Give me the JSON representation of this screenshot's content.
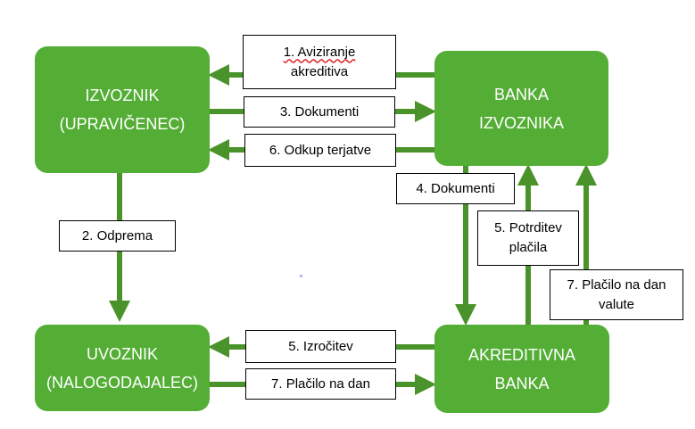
{
  "diagram": {
    "colors": {
      "node_fill": "#54ae35",
      "arrow": "#4a932b",
      "node_text": "#ffffff",
      "label_border": "#000000"
    },
    "nodes": {
      "exporter": {
        "line1": "IZVOZNIK",
        "line2": "(UPRAVIČENEC)"
      },
      "exporter_bank": {
        "line1": "BANKA",
        "line2": "IZVOZNIKA"
      },
      "importer": {
        "line1": "UVOZNIK",
        "line2": "(NALOGODAJALEC)"
      },
      "issuing_bank": {
        "line1": "AKREDITIVNA",
        "line2": "BANKA"
      }
    },
    "flows": {
      "f1": {
        "line1": "1. Aviziranje",
        "line2": "akreditiva",
        "from": "BANKA IZVOZNIKA",
        "to": "IZVOZNIK"
      },
      "f2": {
        "text": "2. Odprema",
        "from": "IZVOZNIK",
        "to": "UVOZNIK"
      },
      "f3": {
        "text": "3. Dokumenti",
        "from": "IZVOZNIK",
        "to": "BANKA IZVOZNIKA"
      },
      "f4": {
        "text": "4. Dokumenti",
        "from": "BANKA IZVOZNIKA",
        "to": "AKREDITIVNA BANKA"
      },
      "f5a": {
        "line1": "5. Potrditev",
        "line2": "plačila",
        "from": "AKREDITIVNA BANKA",
        "to": "BANKA IZVOZNIKA"
      },
      "f5b": {
        "text": "5. Izročitev",
        "from": "AKREDITIVNA BANKA",
        "to": "UVOZNIK"
      },
      "f6": {
        "text": "6. Odkup terjatve",
        "from": "BANKA IZVOZNIKA",
        "to": "IZVOZNIK"
      },
      "f7a": {
        "line1": "7. Plačilo na dan",
        "line2": "valute",
        "from": "AKREDITIVNA BANKA",
        "to": "BANKA IZVOZNIKA"
      },
      "f7b": {
        "text": "7. Plačilo na dan",
        "from": "UVOZNIK",
        "to": "AKREDITIVNA BANKA"
      }
    }
  }
}
